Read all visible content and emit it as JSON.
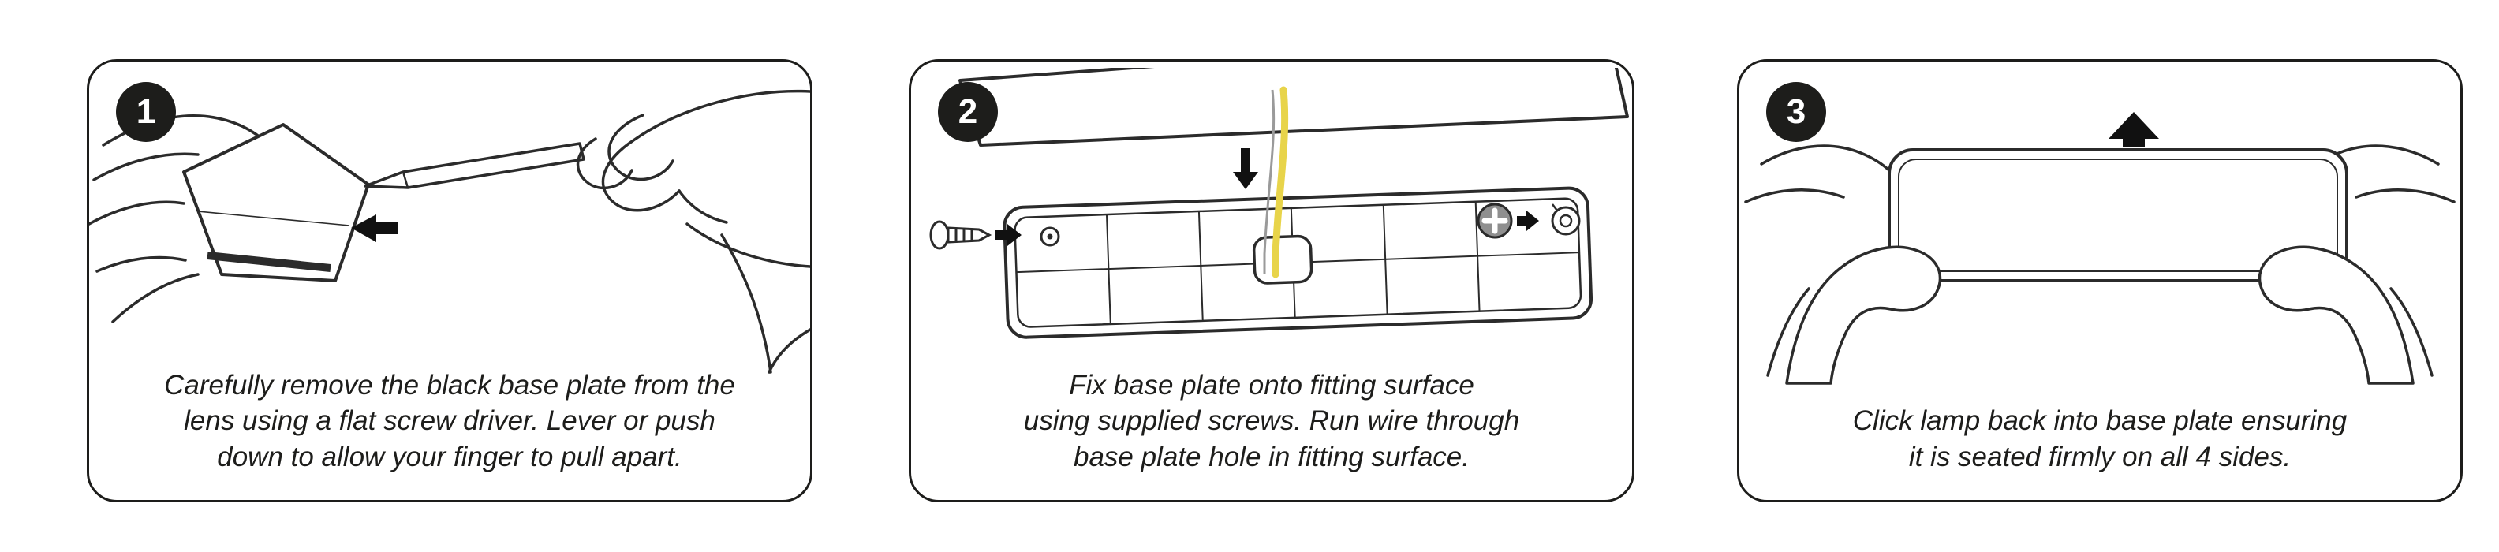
{
  "sheet": {
    "background": "#ffffff",
    "line_color": "#2b2b2b",
    "badge_bg": "#1d1d1b",
    "badge_text_color": "#ffffff",
    "wire_color": "#e8d44a"
  },
  "steps": [
    {
      "number": "1",
      "illustration": "hands-prying-lens-from-base-plate-with-flat-screwdriver",
      "caption_lines": [
        "Carefully remove the black base plate from the",
        "lens using a flat screw driver. Lever or push",
        "down to allow your finger to pull apart."
      ]
    },
    {
      "number": "2",
      "illustration": "base-plate-fixed-with-screws-wire-through-hole",
      "caption_lines": [
        "Fix base plate onto fitting surface",
        "using supplied screws. Run wire through",
        "base plate hole in fitting surface."
      ]
    },
    {
      "number": "3",
      "illustration": "hands-clicking-lamp-back-into-base-plate",
      "caption_lines": [
        "Click lamp back into base plate ensuring",
        "it is seated firmly on all 4 sides."
      ]
    }
  ]
}
